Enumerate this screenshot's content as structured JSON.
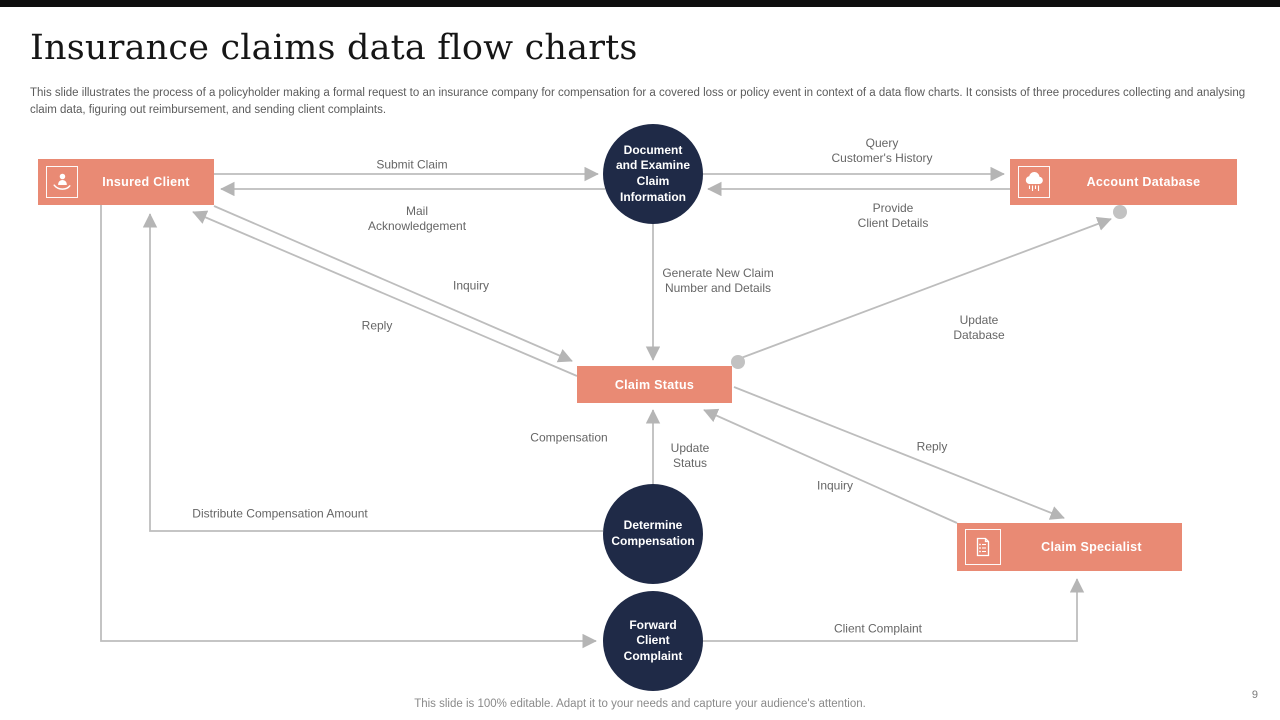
{
  "slide": {
    "title": "Insurance claims data flow charts",
    "subtitle": "This slide illustrates the process of a policyholder making a formal request to an insurance company for compensation for a covered loss or policy event in context of a data flow charts. It consists of three procedures collecting and analysing claim data, figuring out reimbursement, and sending client complaints.",
    "footer": "This slide is 100% editable. Adapt it to your needs and capture your audience's attention.",
    "page_number": "9"
  },
  "colors": {
    "accent_salmon": "#e98a74",
    "navy_circle": "#1f2a47",
    "connector_gray": "#bdbdbd",
    "label_gray": "#666666",
    "top_bar_black": "#0e0e0e"
  },
  "nodes": {
    "insured_client": {
      "label": "Insured Client",
      "icon": "hand-person-icon"
    },
    "account_database": {
      "label": "Account Database",
      "icon": "cloud-data-icon"
    },
    "document_examine": {
      "label": "Document\nand Examine\nClaim\nInformation"
    },
    "claim_status": {
      "label": "Claim Status"
    },
    "determine_compensation": {
      "label": "Determine\nCompensation"
    },
    "forward_client_complaint": {
      "label": "Forward\nClient\nComplaint"
    },
    "claim_specialist": {
      "label": "Claim Specialist",
      "icon": "checklist-document-icon"
    }
  },
  "flows": {
    "submit_claim": "Submit Claim",
    "mail_acknowledgement": "Mail\nAcknowledgement",
    "query_customers_history": "Query\nCustomer's History",
    "provide_client_details": "Provide\nClient Details",
    "generate_new_claim": "Generate New Claim\nNumber and Details",
    "inquiry_client": "Inquiry",
    "reply_client": "Reply",
    "update_database": "Update\nDatabase",
    "compensation": "Compensation",
    "update_status": "Update\nStatus",
    "reply_specialist": "Reply",
    "inquiry_specialist": "Inquiry",
    "distribute_compensation": "Distribute Compensation Amount",
    "client_complaint": "Client Complaint"
  }
}
